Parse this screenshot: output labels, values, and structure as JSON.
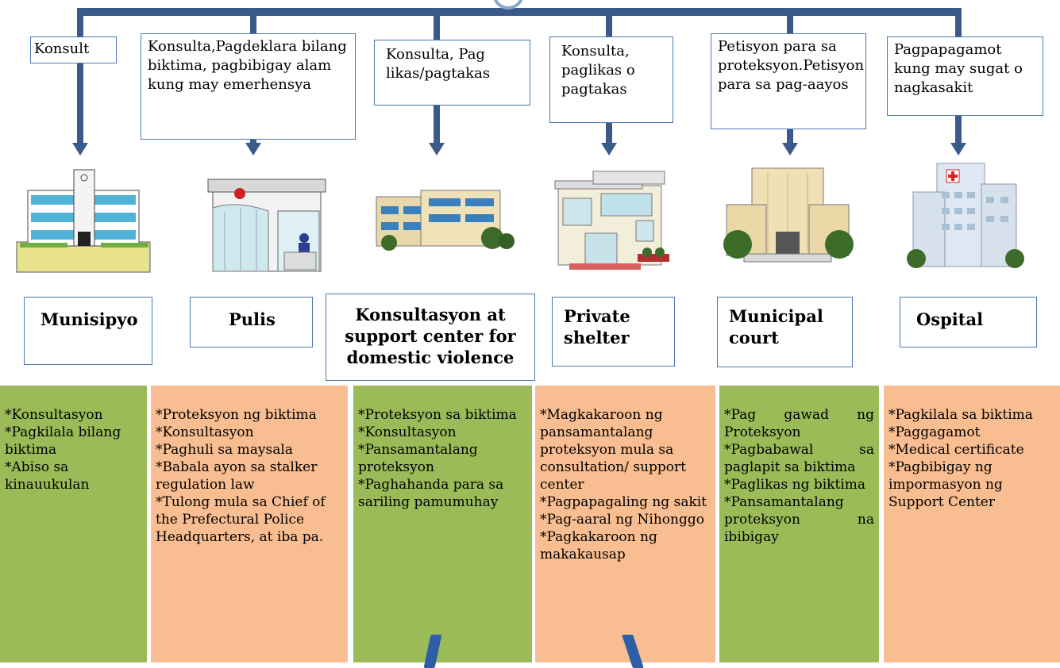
{
  "services": [
    {
      "top_text": "Konsult",
      "name": "Munisipyo",
      "items": "*Konsultasyon\n*Pagkilala bilang biktima\n*Abiso sa kinauukulan",
      "color": "#9bbb59"
    },
    {
      "top_text": "Konsulta,Pagdeklara bilang biktima, pagbibigay alam kung may emerhensya",
      "name": "Pulis",
      "items": "*Proteksyon ng biktima\n*Konsultasyon\n*Paghuli sa maysala\n*Babala ayon sa stalker regulation law\n*Tulong mula sa Chief of the Prefectural Police Headquarters, at iba pa.",
      "color": "#f8bd90"
    },
    {
      "top_text": "Konsulta, Pag likas/pagtakas",
      "name": "Konsultasyon at support center for domestic violence",
      "items": "*Proteksyon sa biktima\n*Konsultasyon\n*Pansamantalang proteksyon\n*Paghahanda para sa sariling pamumuhay",
      "color": "#9bbb59"
    },
    {
      "top_text": "Konsulta, paglikas o pagtakas",
      "name": "Private shelter",
      "items": "*Magkakaroon ng pansamantalang proteksyon mula sa consultation/ support center\n*Pagpapagaling ng sakit\n*Pag-aaral ng Nihonggo\n*Pagkakaroon ng makakausap",
      "color": "#f8bd90"
    },
    {
      "top_text": "Petisyon para sa proteksyon.Petisyon para sa pag-aayos",
      "name": "Municipal court",
      "items": "*Pag gawad ng Proteksyon\n*Pagbabawal sa paglapit sa biktima\n*Paglikas ng biktima\n*Pansamantalang proteksyon na ibibigay",
      "color": "#9bbb59"
    },
    {
      "top_text": "Pagpapagamot kung may sugat o nagkasakit",
      "name": "Ospital",
      "items": "*Pagkilala sa biktima\n*Paggagamot\n*Medical certificate\n*Pagbibigay ng impormasyon ng Support Center",
      "color": "#f8bd90"
    }
  ],
  "colors": {
    "connector": "#3a5a8c",
    "box_border": "#4a78b0"
  }
}
